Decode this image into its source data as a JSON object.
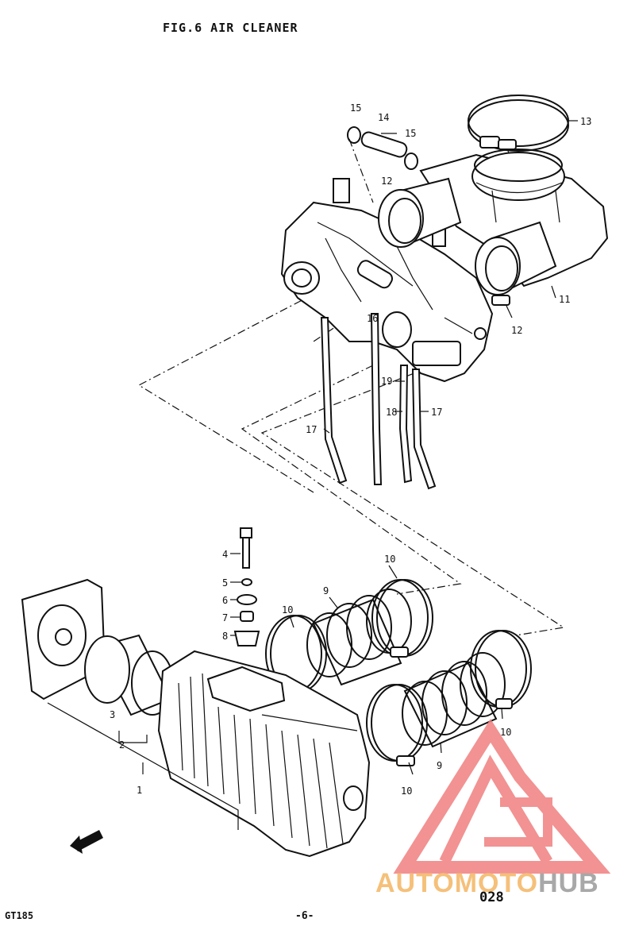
{
  "figure": {
    "title": "FIG.6  AIR CLEANER",
    "model": "GT185",
    "page_number": "-6-",
    "code": "028"
  },
  "part_labels": [
    "15",
    "14",
    "15",
    "13",
    "12",
    "11",
    "12",
    "16",
    "19",
    "18",
    "17",
    "17",
    "4",
    "5",
    "6",
    "7",
    "8",
    "10",
    "9",
    "10",
    "10",
    "9",
    "10",
    "3",
    "2",
    "1"
  ],
  "watermark": {
    "text_part1": "AUTOMOTO",
    "text_part2": "HUB",
    "color_primary": "#f08080",
    "color_text1": "#f5c07a",
    "color_text2": "#a8a8a8"
  }
}
